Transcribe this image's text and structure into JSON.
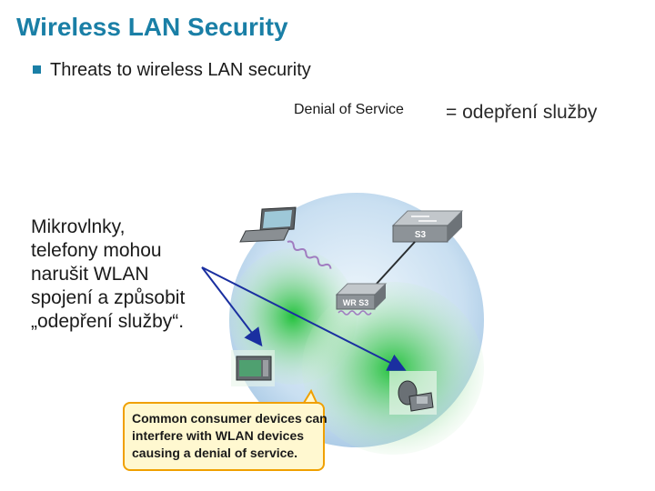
{
  "slide": {
    "title": "Wireless LAN Security",
    "bullet": "Threats to wireless LAN security"
  },
  "diagram": {
    "title": "Denial of Service",
    "translation": "= odepření služby",
    "switch_label": "S3",
    "router_label": "WR S3"
  },
  "side_note": {
    "lines": [
      "Mikrovlnky,",
      "telefony mohou",
      "narušit WLAN",
      "spojení a způsobit",
      "„odepření služby“."
    ]
  },
  "callout": {
    "lines": [
      "Common consumer devices can",
      "interfere with WLAN devices",
      "causing a denial of service."
    ]
  },
  "colors": {
    "title": "#1a7fa6",
    "callout_border": "#f0a000",
    "callout_fill": "#fff8d0",
    "arrow": "#1a2fa0"
  },
  "icons": [
    "laptop-icon",
    "switch-icon",
    "wireless-router-icon",
    "microwave-icon",
    "phone-icon"
  ]
}
